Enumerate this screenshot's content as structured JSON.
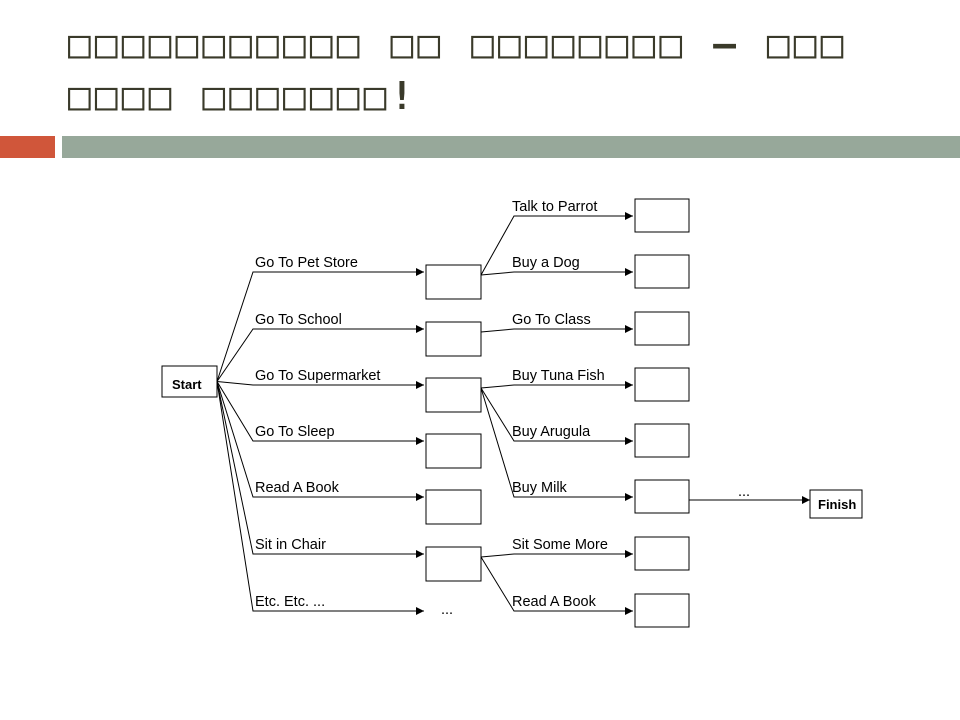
{
  "slide": {
    "title": "□□□□□□□□□□□ □□ □□□□□□□□ – □□□ □□□□ □□□□□□□!"
  },
  "colors": {
    "accent": "#d0563a",
    "rule": "#97a89a",
    "title_text": "#3a3a2a"
  },
  "diagram": {
    "start_label": "Start",
    "finish_label": "Finish",
    "first_level": [
      "Go To Pet Store",
      "Go To School",
      "Go To Supermarket",
      "Go To Sleep",
      "Read A Book",
      "Sit in Chair",
      "Etc. Etc. ..."
    ],
    "second_level": [
      "Talk to Parrot",
      "Buy a Dog",
      "Go To Class",
      "Buy Tuna Fish",
      "Buy Arugula",
      "Buy Milk",
      "Sit Some More",
      "Read A Book"
    ],
    "ellipsis_mid": "...",
    "ellipsis_finish": "..."
  }
}
